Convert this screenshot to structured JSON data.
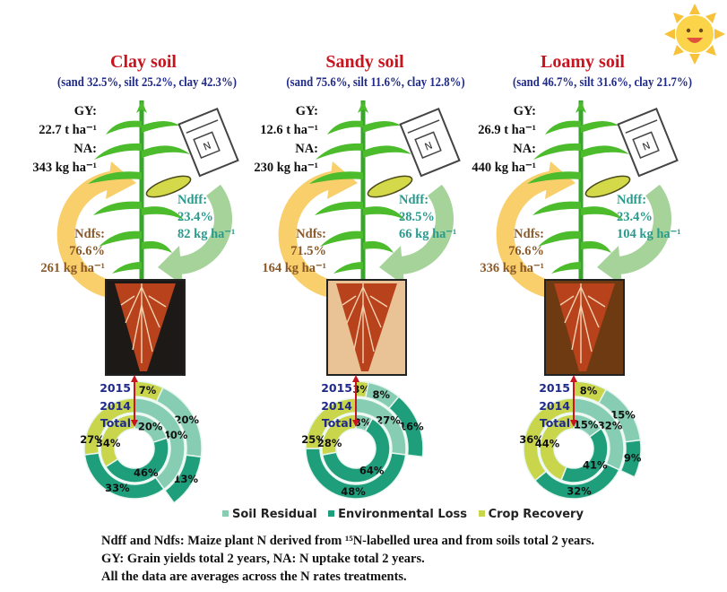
{
  "colors": {
    "soil_residual": "#86cdb4",
    "environmental_loss": "#1f9e7c",
    "crop_recovery": "#c9d64c",
    "title": "#c8141e",
    "subtitle": "#1f2a8a"
  },
  "panels": [
    {
      "title": "Clay soil",
      "subtitle": "(sand 32.5%, silt 25.2%, clay 42.3%)",
      "gy_label": "GY:",
      "gy_value": "22.7 t ha⁻¹",
      "na_label": "NA:",
      "na_value": "343 kg ha⁻¹",
      "ndff_label": "Ndff:",
      "ndff_pct": "23.4%",
      "ndff_value": "82 kg ha⁻¹",
      "ndfs_label": "Ndfs:",
      "ndfs_pct": "76.6%",
      "ndfs_value": "261 kg ha⁻¹",
      "bag_label": "N",
      "soil_color": "#1c1917"
    },
    {
      "title": "Sandy soil",
      "subtitle": "(sand 75.6%, silt 11.6%, clay 12.8%)",
      "gy_label": "GY:",
      "gy_value": "12.6 t ha⁻¹",
      "na_label": "NA:",
      "na_value": "230 kg ha⁻¹",
      "ndff_label": "Ndff:",
      "ndff_pct": "28.5%",
      "ndff_value": "66 kg ha⁻¹",
      "ndfs_label": "Ndfs:",
      "ndfs_pct": "71.5%",
      "ndfs_value": "164 kg ha⁻¹",
      "bag_label": "N",
      "soil_color": "#e9c395"
    },
    {
      "title": "Loamy soil",
      "subtitle": "(sand 46.7%, silt 31.6%, clay 21.7%)",
      "gy_label": "GY:",
      "gy_value": "26.9 t ha⁻¹",
      "na_label": "NA:",
      "na_value": "440 kg ha⁻¹",
      "ndff_label": "Ndff:",
      "ndff_pct": "23.4%",
      "ndff_value": "104 kg ha⁻¹",
      "ndfs_label": "Ndfs:",
      "ndfs_pct": "76.6%",
      "ndfs_value": "336 kg ha⁻¹",
      "bag_label": "N",
      "soil_color": "#6e3a12"
    }
  ],
  "chart_data": [
    {
      "type": "pie",
      "title": "Clay soil",
      "ring_labels": [
        "2015",
        "2014",
        "Total"
      ],
      "rings": [
        {
          "name": "2015",
          "crop_recovery": 7,
          "soil_residual": 20,
          "environmental_loss": 13
        },
        {
          "name": "2014",
          "soil_residual": 40,
          "environmental_loss": 33,
          "crop_recovery": 27
        },
        {
          "name": "Total",
          "soil_residual": 20,
          "environmental_loss": 46,
          "crop_recovery": 34
        }
      ]
    },
    {
      "type": "pie",
      "title": "Sandy soil",
      "ring_labels": [
        "2015",
        "2014",
        "Total"
      ],
      "rings": [
        {
          "name": "2015",
          "crop_recovery": 3,
          "soil_residual": 8,
          "environmental_loss": 16
        },
        {
          "name": "2014",
          "soil_residual": 27,
          "environmental_loss": 48,
          "crop_recovery": 25
        },
        {
          "name": "Total",
          "soil_residual": 8,
          "environmental_loss": 64,
          "crop_recovery": 28
        }
      ]
    },
    {
      "type": "pie",
      "title": "Loamy soil",
      "ring_labels": [
        "2015",
        "2014",
        "Total"
      ],
      "rings": [
        {
          "name": "2015",
          "crop_recovery": 8,
          "soil_residual": 15,
          "environmental_loss": 9
        },
        {
          "name": "2014",
          "soil_residual": 32,
          "environmental_loss": 32,
          "crop_recovery": 36
        },
        {
          "name": "Total",
          "soil_residual": 15,
          "environmental_loss": 41,
          "crop_recovery": 44
        }
      ]
    }
  ],
  "legend": {
    "soil_residual": "Soil Residual",
    "environmental_loss": "Environmental Loss",
    "crop_recovery": "Crop Recovery"
  },
  "notes": [
    "Ndff and Ndfs: Maize plant N derived from ¹⁵N-labelled urea  and from soils  total 2 years.",
    "GY: Grain yields total 2 years, NA: N uptake total 2 years.",
    "All the data are averages across the N rates treatments."
  ]
}
